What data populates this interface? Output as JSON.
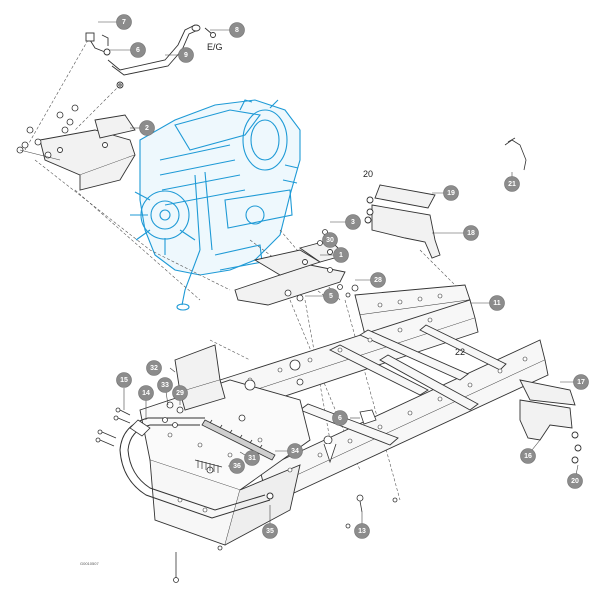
{
  "diagram": {
    "figure_id": "G0010507",
    "engine_connection_label": "E/G",
    "callouts": [
      {
        "id": "c7",
        "text": "7"
      },
      {
        "id": "c8a",
        "text": "8"
      },
      {
        "id": "c6",
        "text": "6"
      },
      {
        "id": "c9",
        "text": "9"
      },
      {
        "id": "c2",
        "text": "2"
      },
      {
        "id": "c21",
        "text": "21"
      },
      {
        "id": "c19",
        "text": "19"
      },
      {
        "id": "c18",
        "text": "18"
      },
      {
        "id": "c3",
        "text": "3"
      },
      {
        "id": "c30",
        "text": "30"
      },
      {
        "id": "c1",
        "text": "1"
      },
      {
        "id": "c28",
        "text": "28"
      },
      {
        "id": "c5",
        "text": "5"
      },
      {
        "id": "c11",
        "text": "11"
      },
      {
        "id": "c32",
        "text": "32"
      },
      {
        "id": "c15a",
        "text": "15"
      },
      {
        "id": "c14",
        "text": "14"
      },
      {
        "id": "c33",
        "text": "33"
      },
      {
        "id": "c29",
        "text": "29"
      },
      {
        "id": "c8b",
        "text": "6"
      },
      {
        "id": "c34",
        "text": "34"
      },
      {
        "id": "c31",
        "text": "31"
      },
      {
        "id": "c36",
        "text": "36"
      },
      {
        "id": "c35",
        "text": "35"
      },
      {
        "id": "c13",
        "text": "13"
      },
      {
        "id": "c17",
        "text": "17"
      },
      {
        "id": "c16",
        "text": "16"
      },
      {
        "id": "c20b",
        "text": "20"
      }
    ],
    "plain_labels": [
      {
        "id": "p20",
        "text": "20"
      },
      {
        "id": "p22",
        "text": "22"
      }
    ]
  }
}
